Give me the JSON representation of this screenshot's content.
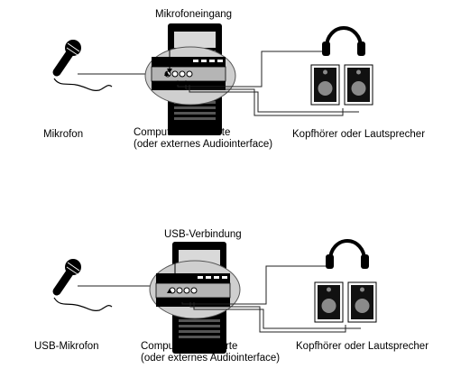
{
  "colors": {
    "ink": "#000000",
    "tower_panel_light": "#d9d9d9",
    "card_gray": "#b5b5b5",
    "highlight_ellipse": "#cfcfcf",
    "speaker_body": "#111111",
    "speaker_cone": "#8a8a8a",
    "cable": "#222222",
    "background": "#ffffff"
  },
  "icons": {
    "microphone": "microphone-icon",
    "usb_microphone": "usb-microphone-icon",
    "computer": "computer-tower-icon",
    "soundcard": "soundcard-icon",
    "headphones": "headphones-icon",
    "speaker": "speaker-icon"
  },
  "diagram_top": {
    "input_label": "Mikrofoneingang",
    "mic_label": "Mikrofon",
    "soundcard_label_line1": "Computersoundkarte",
    "soundcard_label_line2": "(oder externes Audiointerface)",
    "output_label": "Kopfhörer oder Lautsprecher"
  },
  "diagram_bottom": {
    "input_label": "USB-Verbindung",
    "mic_label": "USB-Mikrofon",
    "soundcard_label_line1": "Computersoundkarte",
    "soundcard_label_line2": "(oder externes Audiointerface)",
    "output_label": "Kopfhörer oder Lautsprecher"
  }
}
